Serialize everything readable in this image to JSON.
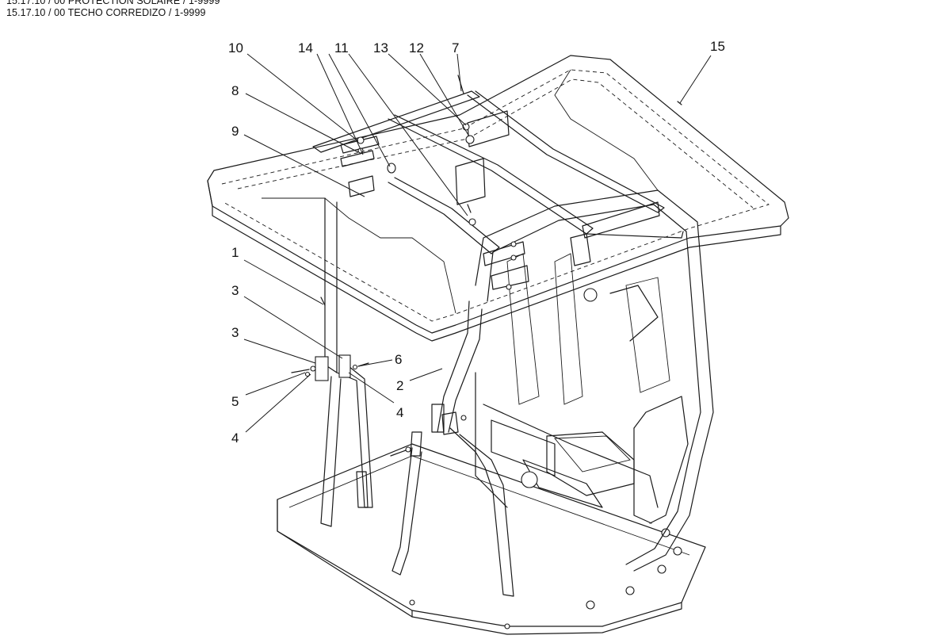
{
  "header": {
    "lines": [
      "15.17.10 / 00 PROTECTION SOLAIRE / 1-9999",
      "15.17.10 / 00 TECHO CORREDIZO / 1-9999"
    ]
  },
  "callouts": [
    {
      "id": "c10",
      "label": "10"
    },
    {
      "id": "c14",
      "label": "14"
    },
    {
      "id": "c11",
      "label": "11"
    },
    {
      "id": "c13",
      "label": "13"
    },
    {
      "id": "c12",
      "label": "12"
    },
    {
      "id": "c7",
      "label": "7"
    },
    {
      "id": "c15",
      "label": "15"
    },
    {
      "id": "c8",
      "label": "8"
    },
    {
      "id": "c9",
      "label": "9"
    },
    {
      "id": "c1",
      "label": "1"
    },
    {
      "id": "c3a",
      "label": "3"
    },
    {
      "id": "c3b",
      "label": "3"
    },
    {
      "id": "c6",
      "label": "6"
    },
    {
      "id": "c2",
      "label": "2"
    },
    {
      "id": "c5",
      "label": "5"
    },
    {
      "id": "c4a",
      "label": "4"
    },
    {
      "id": "c4b",
      "label": "4"
    }
  ]
}
